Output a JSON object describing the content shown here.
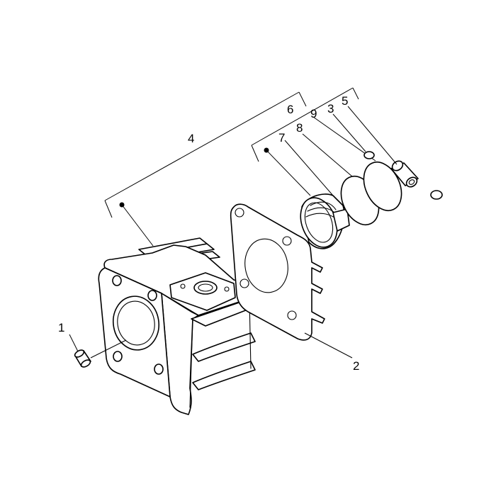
{
  "callouts": {
    "c1": "1",
    "c2": "2",
    "c3": "3",
    "c4": "4",
    "c5": "5",
    "c6": "6",
    "c7": "7",
    "c8": "8",
    "c9": "9"
  },
  "parts": [
    {
      "number": "1",
      "name": "dowel-pin"
    },
    {
      "number": "2",
      "name": "cylinder-base-gasket"
    },
    {
      "number": "3",
      "name": "piston-pin-circlip"
    },
    {
      "number": "4",
      "name": "cylinder-piston-assembly"
    },
    {
      "number": "5",
      "name": "piston-pin"
    },
    {
      "number": "6",
      "name": "piston-with-rings-kit"
    },
    {
      "number": "7",
      "name": "piston"
    },
    {
      "number": "8",
      "name": "piston-ring"
    },
    {
      "number": "9",
      "name": "piston-ring"
    }
  ],
  "colors": {
    "line": "#000000",
    "background": "#ffffff"
  }
}
